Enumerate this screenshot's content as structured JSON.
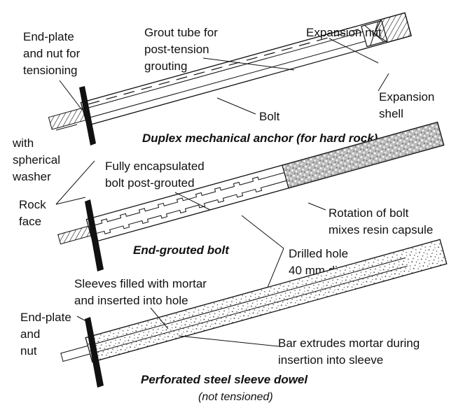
{
  "diagram": {
    "anchor1": {
      "caption": "Duplex mechanical anchor (for hard rock)",
      "labels": {
        "end_plate_line1": "End-plate",
        "end_plate_line2": "and nut for",
        "end_plate_line3": "tensioning",
        "grout_tube_line1": "Grout tube for",
        "grout_tube_line2": "post-tension",
        "grout_tube_line3": "grouting",
        "expansion_nut": "Expansion nut",
        "expansion_shell_line1": "Expansion",
        "expansion_shell_line2": "shell",
        "bolt": "Bolt",
        "washer_line1": "with",
        "washer_line2": "spherical",
        "washer_line3": "washer"
      }
    },
    "anchor2": {
      "caption": "End-grouted bolt",
      "labels": {
        "encapsulated_line1": "Fully encapsulated",
        "encapsulated_line2": "bolt post-grouted",
        "rotation_line1": "Rotation of bolt",
        "rotation_line2": "mixes resin capsule",
        "rock_face_line1": "Rock",
        "rock_face_line2": "face",
        "drilled_hole_line1": "Drilled hole",
        "drilled_hole_line2": "40 mm dia."
      }
    },
    "anchor3": {
      "caption": "Perforated steel sleeve dowel",
      "subcaption": "(not tensioned)",
      "labels": {
        "sleeves_line1": "Sleeves filled with mortar",
        "sleeves_line2": "and inserted into hole",
        "end_plate_line1": "End-plate",
        "end_plate_line2": "and",
        "end_plate_line3": "nut",
        "bar_extrudes_line1": "Bar extrudes mortar during",
        "bar_extrudes_line2": "insertion into sleeve"
      }
    }
  }
}
